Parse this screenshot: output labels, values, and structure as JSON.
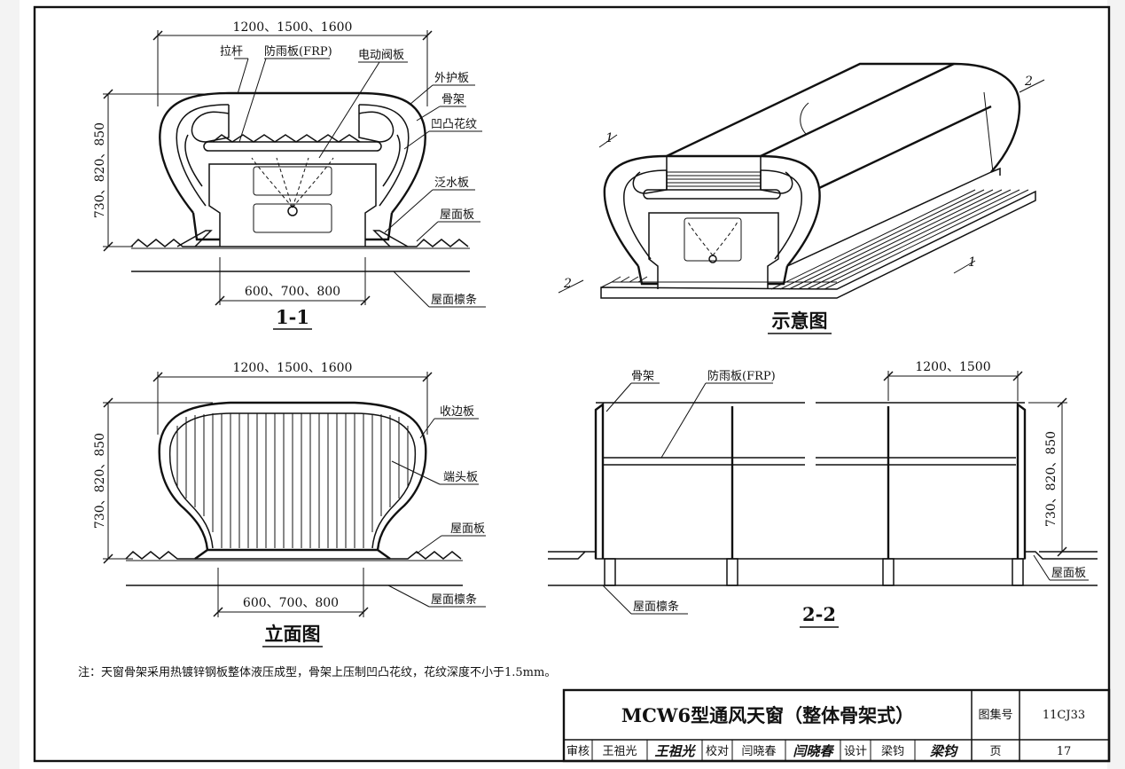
{
  "section_1_1": {
    "caption": "1-1",
    "dim_top": "1200、1500、1600",
    "dim_bottom": "600、700、800",
    "dim_height": "730、820、850",
    "labels": {
      "tie_rod": "拉杆",
      "rain_panel": "防雨板(FRP)",
      "electric_valve": "电动阀板",
      "outer_panel": "外护板",
      "frame": "骨架",
      "emboss": "凹凸花纹",
      "flashing": "泛水板",
      "roof_panel": "屋面板",
      "purlin": "屋面檩条"
    }
  },
  "schematic": {
    "caption": "示意图",
    "markers": [
      "1",
      "2",
      "2",
      "1"
    ]
  },
  "elevation": {
    "caption": "立面图",
    "dim_top": "1200、1500、1600",
    "dim_bottom": "600、700、800",
    "dim_height": "730、820、850",
    "labels": {
      "edge_panel": "收边板",
      "end_panel": "端头板",
      "roof_panel": "屋面板",
      "purlin": "屋面檩条"
    }
  },
  "section_2_2": {
    "caption": "2-2",
    "dim_top": "1200、1500",
    "dim_height": "730、820、850",
    "labels": {
      "frame": "骨架",
      "rain_panel": "防雨板(FRP)",
      "roof_panel": "屋面板",
      "purlin": "屋面檩条"
    }
  },
  "note": "注：天窗骨架采用热镀锌钢板整体液压成型，骨架上压制凹凸花纹，花纹深度不小于1.5mm。",
  "title_block": {
    "title": "MCW6型通风天窗（整体骨架式）",
    "atlas_label": "图集号",
    "atlas_no": "11CJ33",
    "page_label": "页",
    "page_no": "17",
    "review_label": "审核",
    "reviewer": "王祖光",
    "reviewer_sign": "王祖光",
    "check_label": "校对",
    "checker": "闫晓春",
    "checker_sign": "闫晓春",
    "design_label": "设计",
    "designer": "梁钧",
    "designer_sign": "梁钧"
  }
}
